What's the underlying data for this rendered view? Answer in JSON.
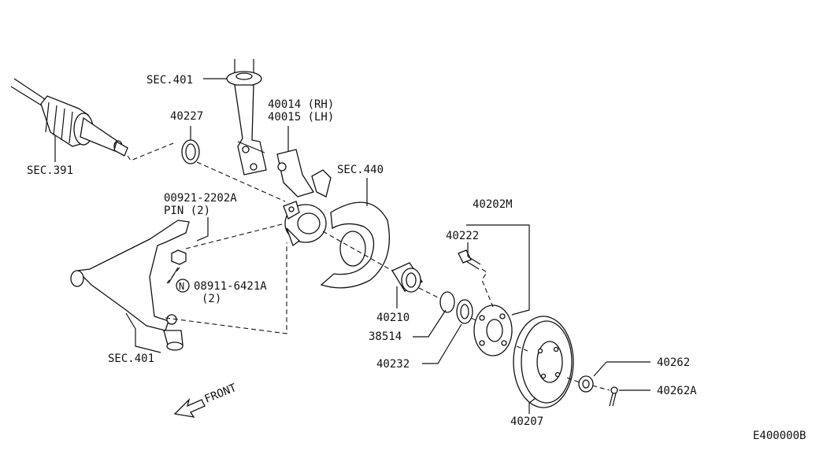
{
  "labels": {
    "sec401_top": "SEC.401",
    "p40014": "40014 (RH)",
    "p40015": "40015 (LH)",
    "p40227": "40227",
    "sec391": "SEC.391",
    "sec440": "SEC.440",
    "p00921": "00921-2202A",
    "pin": "PIN (2)",
    "p08911": "08911-6421A",
    "p08911_qty": "(2)",
    "n_mark": "N",
    "sec401_bottom": "SEC.401",
    "p40202m": "40202M",
    "p40222": "40222",
    "p40210": "40210",
    "p38514": "38514",
    "p40232": "40232",
    "p40262": "40262",
    "p40262a": "40262A",
    "p40207": "40207",
    "front": "FRONT",
    "code": "E400000B"
  }
}
